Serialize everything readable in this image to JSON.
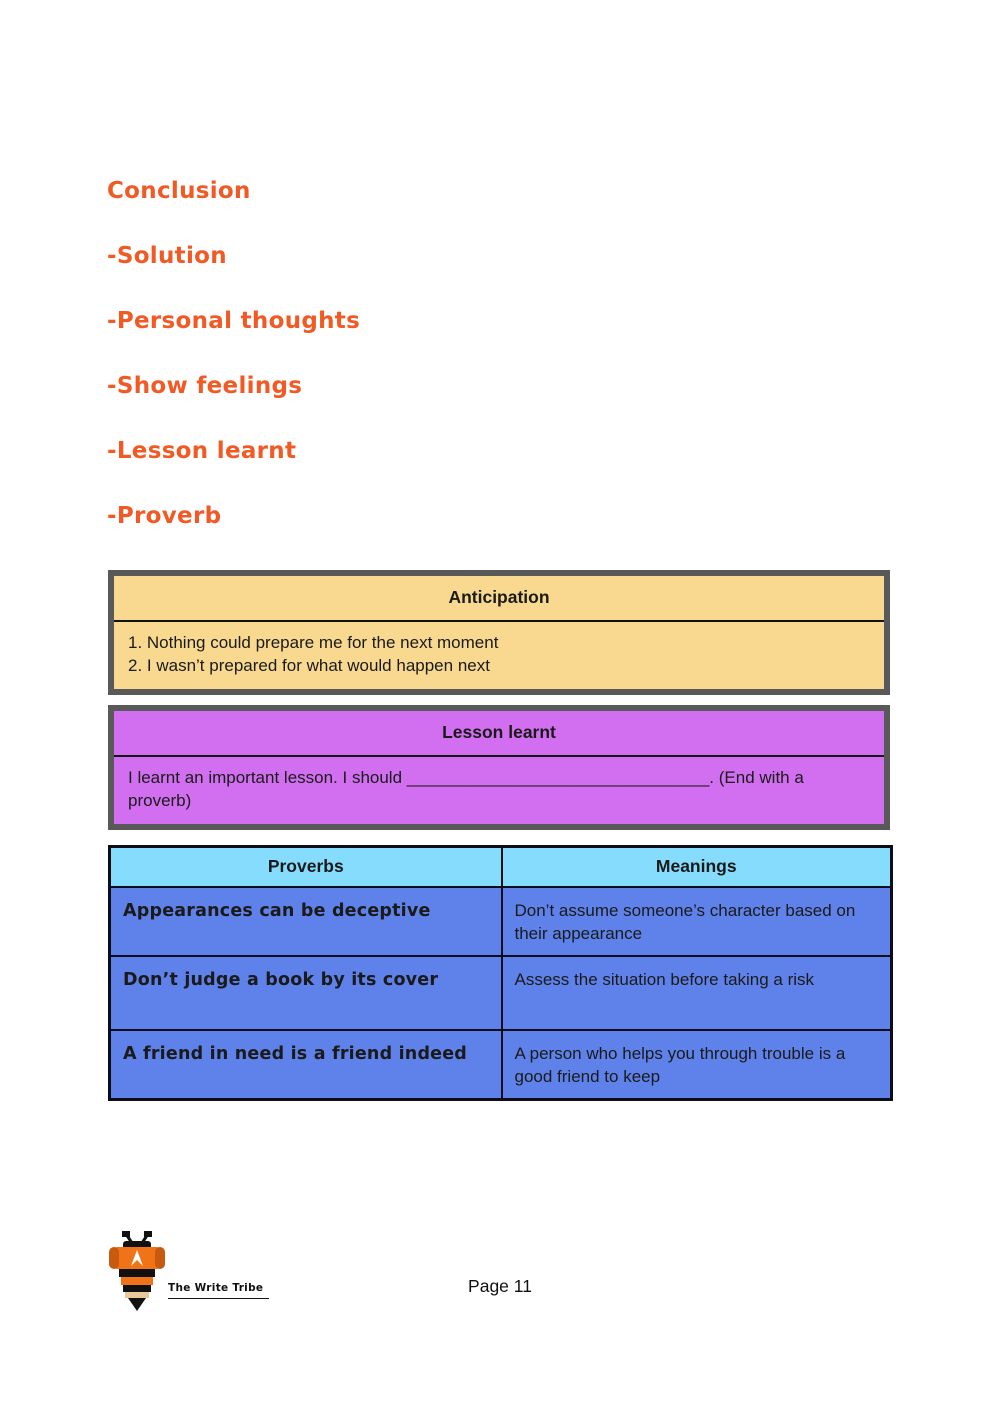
{
  "colors": {
    "heading_orange": "#f15a25",
    "anticipation_bg": "#f8d98f",
    "lesson_bg": "#d16ff0",
    "table_header_bg": "#85dcfd",
    "table_row_bg": "#5e82ea",
    "frame_border": "#595959"
  },
  "headings": {
    "title": "Conclusion",
    "items": [
      {
        "label": "-Solution"
      },
      {
        "label": "-Personal thoughts"
      },
      {
        "label": "-Show feelings"
      },
      {
        "label": "-Lesson learnt"
      },
      {
        "label": "-Proverb"
      }
    ]
  },
  "anticipation_box": {
    "title": "Anticipation",
    "lines": [
      "1. Nothing could prepare me for the next moment",
      "2. I wasn’t prepared for what would happen next"
    ]
  },
  "lesson_box": {
    "title": "Lesson learnt",
    "body": "I learnt an important lesson. I should ________________________________. (End with a proverb)"
  },
  "proverbs_table": {
    "headers": [
      "Proverbs",
      "Meanings"
    ],
    "rows": [
      {
        "proverb": "Appearances can be deceptive",
        "meaning": "Don’t assume someone’s character based on their appearance"
      },
      {
        "proverb": "Don’t judge a book by its cover",
        "meaning": "Assess the situation before taking a risk"
      },
      {
        "proverb": "A friend in need is a friend indeed",
        "meaning": "A person who helps you through trouble is a good friend to keep"
      }
    ]
  },
  "footer": {
    "logo_text": "The Write Tribe",
    "page_label": "Page 11"
  }
}
